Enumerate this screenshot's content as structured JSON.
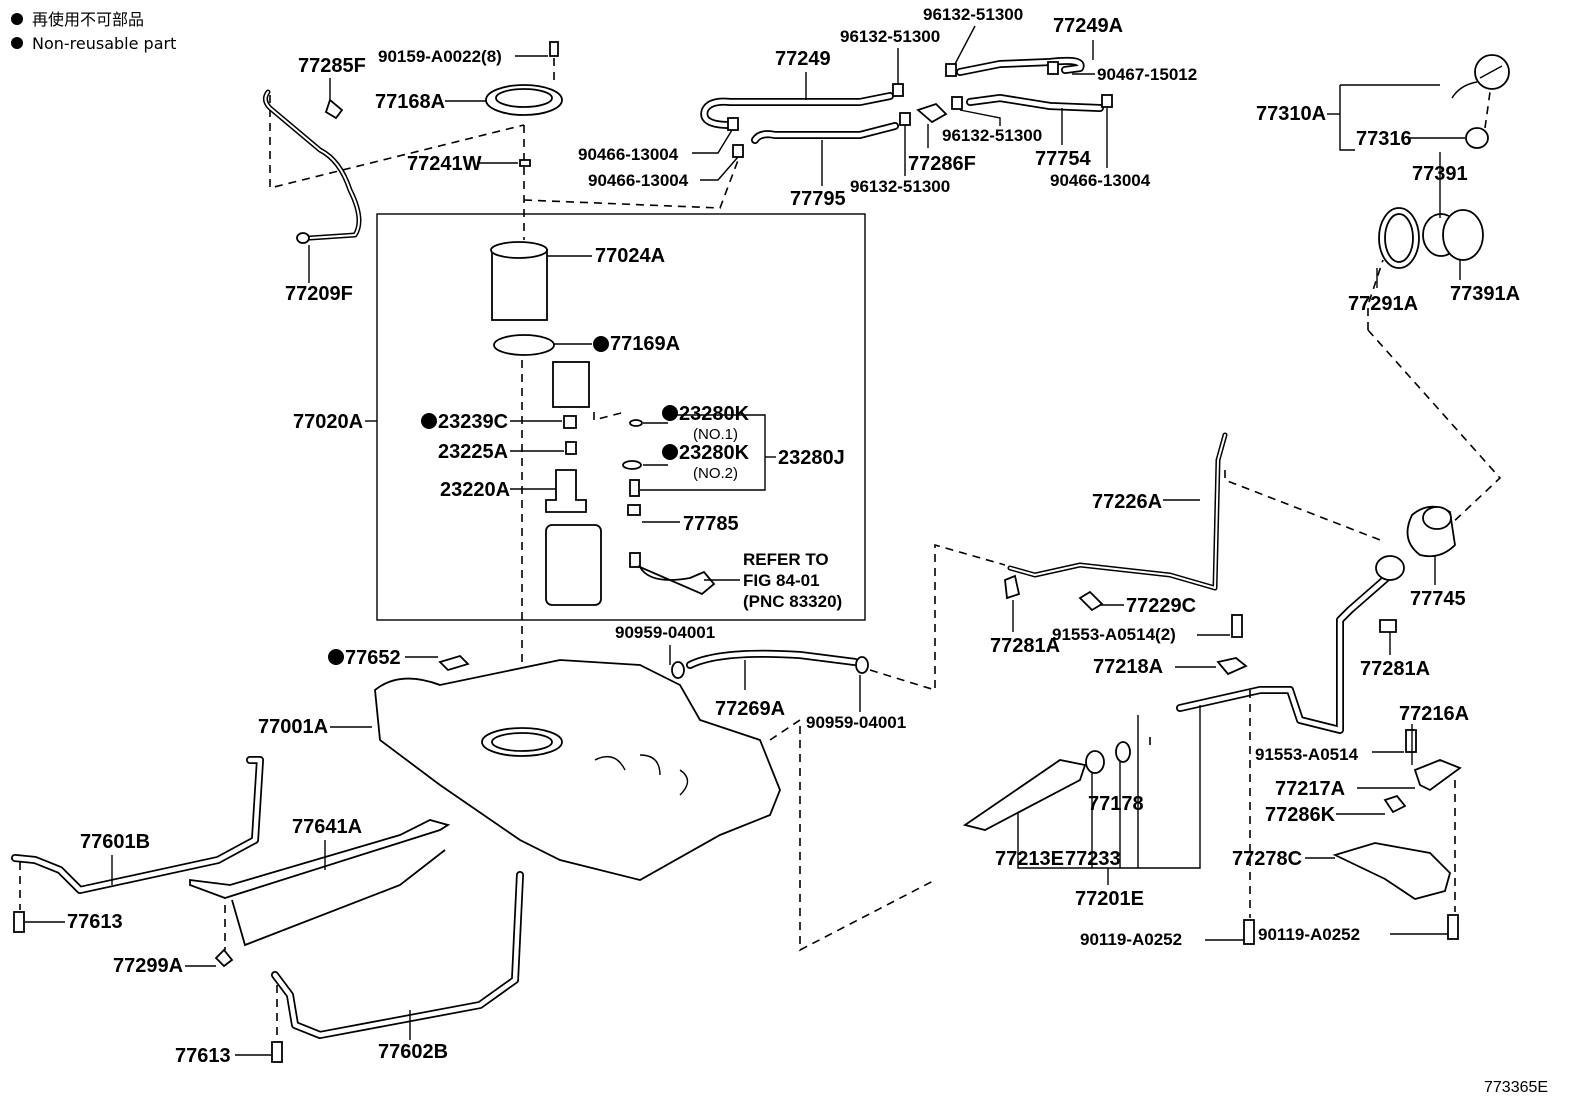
{
  "legend": {
    "japanese": "再使用不可部品",
    "english": "Non-reusable part",
    "marker": "filled-circle"
  },
  "diagram_id": "773365E",
  "labels": {
    "p77285F": "77285F",
    "p90159": "90159-A0022(8)",
    "p77168A": "77168A",
    "p77241W": "77241W",
    "p77209F": "77209F",
    "p77249": "77249",
    "p96132a": "96132-51300",
    "p96132b": "96132-51300",
    "p77249A": "77249A",
    "p90467": "90467-15012",
    "p90466a": "90466-13004",
    "p90466b": "90466-13004",
    "p77795": "77795",
    "p96132c": "96132-51300",
    "p77286F": "77286F",
    "p96132d": "96132-51300",
    "p77754": "77754",
    "p90466c": "90466-13004",
    "p77310A": "77310A",
    "p77316": "77316",
    "p77391": "77391",
    "p77291A": "77291A",
    "p77391A": "77391A",
    "p77024A": "77024A",
    "p77169A": "77169A",
    "p77020A": "77020A",
    "p23239C": "23239C",
    "p23280K1": "23280K",
    "p23280K1sub": "(NO.1)",
    "p23225A": "23225A",
    "p23280K2": "23280K",
    "p23280K2sub": "(NO.2)",
    "p23280J": "23280J",
    "p23220A": "23220A",
    "p77785": "77785",
    "refer1": "REFER TO",
    "refer2": "FIG 84-01",
    "refer3": "(PNC 83320)",
    "p77652": "77652",
    "p90959a": "90959-04001",
    "p77269A": "77269A",
    "p90959b": "90959-04001",
    "p77001A": "77001A",
    "p77601B": "77601B",
    "p77641A": "77641A",
    "p77613a": "77613",
    "p77299A": "77299A",
    "p77613b": "77613",
    "p77602B": "77602B",
    "p77226A": "77226A",
    "p77229C": "77229C",
    "p77281Aa": "77281A",
    "p91553a": "91553-A0514(2)",
    "p77218A": "77218A",
    "p77745": "77745",
    "p77281Ab": "77281A",
    "p77216A": "77216A",
    "p91553b": "91553-A0514",
    "p77217A": "77217A",
    "p77286K": "77286K",
    "p77178": "77178",
    "p77213E": "77213E",
    "p77233": "77233",
    "p77201E": "77201E",
    "p77278C": "77278C",
    "p90119a": "90119-A0252",
    "p90119b": "90119-A0252"
  },
  "non_reusable_parts": [
    "77169A",
    "23239C",
    "23280K",
    "77652"
  ]
}
